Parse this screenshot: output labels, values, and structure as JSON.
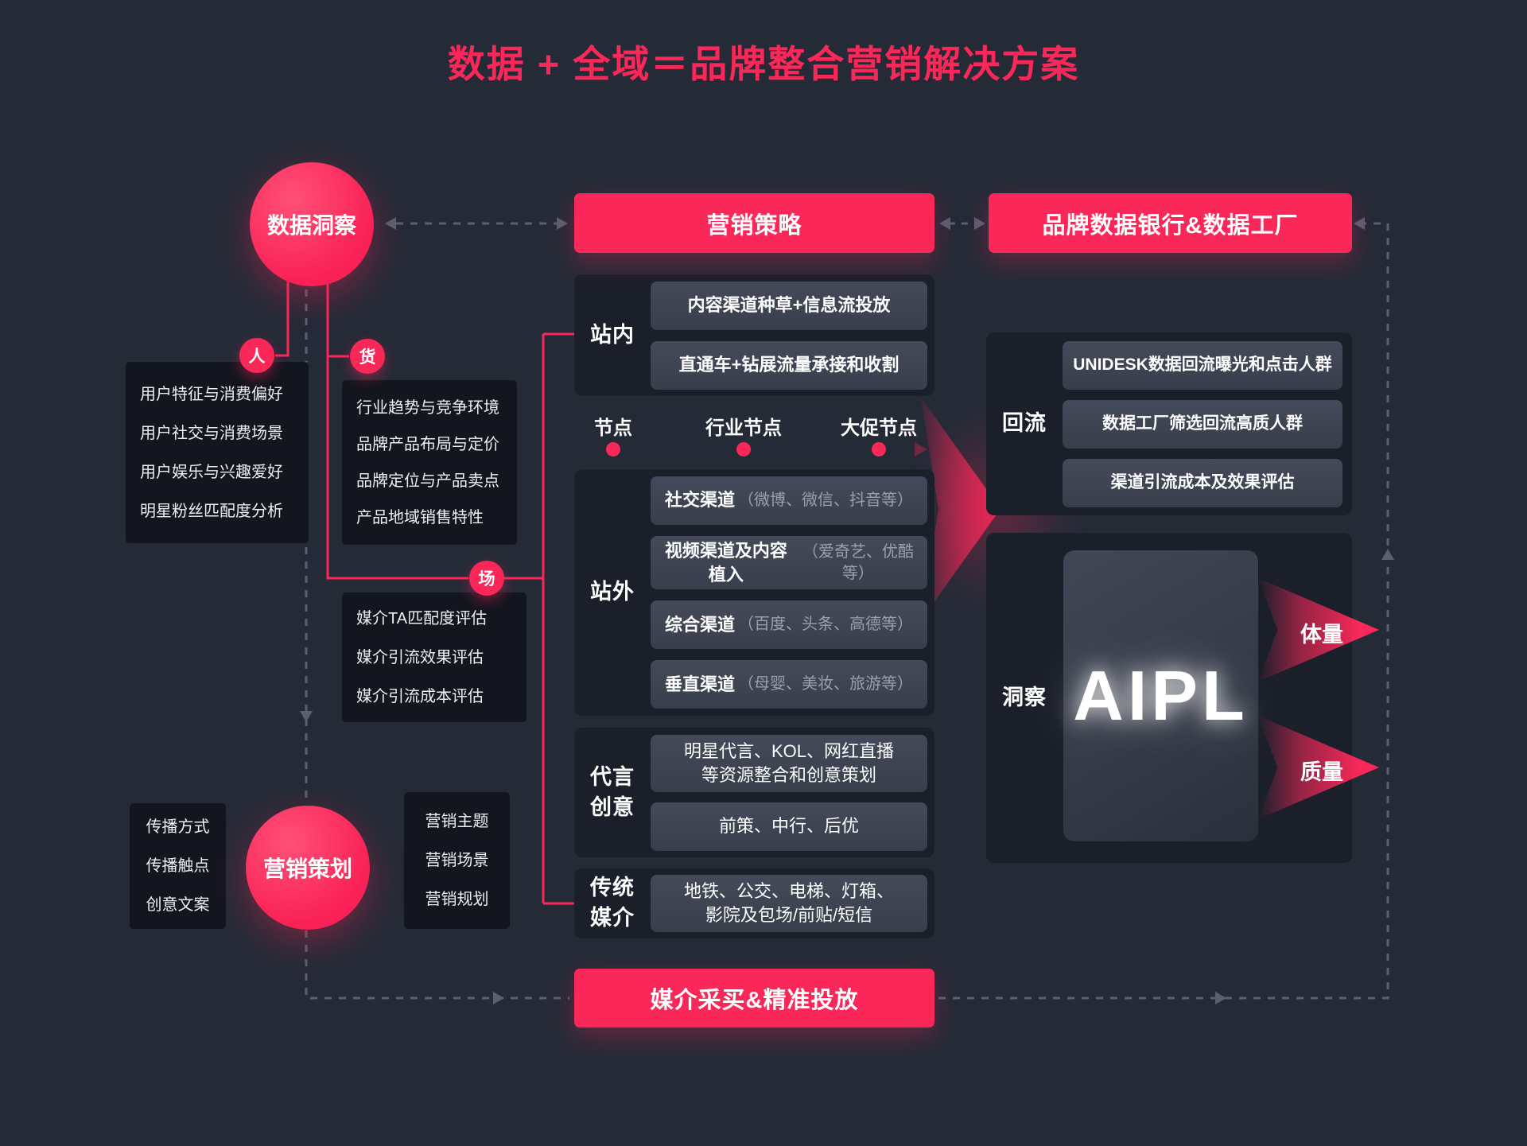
{
  "title": "数据 + 全域＝品牌整合营销解决方案",
  "colors": {
    "accent": "#FA2859",
    "background": "#252A37",
    "panel": "#1B1F2A",
    "button": "#3D4350",
    "muted_text": "#99A0AD"
  },
  "circles": {
    "insight": "数据洞察",
    "planning": "营销策划",
    "people": "人",
    "goods": "货",
    "scene": "场"
  },
  "headers": {
    "strategy": "营销策略",
    "databank": "品牌数据银行&数据工厂",
    "media_buy": "媒介采买&精准投放"
  },
  "people_box": {
    "items": [
      "用户特征与消费偏好",
      "用户社交与消费场景",
      "用户娱乐与兴趣爱好",
      "明星粉丝匹配度分析"
    ]
  },
  "goods_box": {
    "items": [
      "行业趋势与竞争环境",
      "品牌产品布局与定价",
      "品牌定位与产品卖点",
      "产品地域销售特性"
    ]
  },
  "scene_box": {
    "items": [
      "媒介TA匹配度评估",
      "媒介引流效果评估",
      "媒介引流成本评估"
    ]
  },
  "planning_left_box": {
    "items": [
      "传播方式",
      "传播触点",
      "创意文案"
    ]
  },
  "planning_right_box": {
    "items": [
      "营销主题",
      "营销场景",
      "营销规划"
    ]
  },
  "onsite": {
    "label": "站内",
    "items": [
      "内容渠道种草+信息流投放",
      "直通车+钻展流量承接和收割"
    ]
  },
  "timeline": {
    "points": [
      "节点",
      "行业节点",
      "大促节点"
    ]
  },
  "offsite": {
    "label": "站外",
    "items": [
      {
        "main": "社交渠道",
        "sub": "（微博、微信、抖音等）"
      },
      {
        "main": "视频渠道及内容植入",
        "sub": "（爱奇艺、优酷等）"
      },
      {
        "main": "综合渠道",
        "sub": "（百度、头条、高德等）"
      },
      {
        "main": "垂直渠道",
        "sub": "（母婴、美妆、旅游等）"
      }
    ]
  },
  "endorsement": {
    "label": "代言\n创意",
    "items": [
      "明星代言、KOL、网红直播\n等资源整合和创意策划",
      "前策、中行、后优"
    ]
  },
  "traditional": {
    "label": "传统\n媒介",
    "items": [
      "地铁、公交、电梯、灯箱、\n影院及包场/前贴/短信"
    ]
  },
  "reflow": {
    "label": "回流",
    "items": [
      "UNIDESK数据回流曝光和点击人群",
      "数据工厂筛选回流高质人群",
      "渠道引流成本及效果评估"
    ]
  },
  "insight_panel": {
    "label": "洞察",
    "core": "AIPL",
    "volume": "体量",
    "quality": "质量"
  }
}
